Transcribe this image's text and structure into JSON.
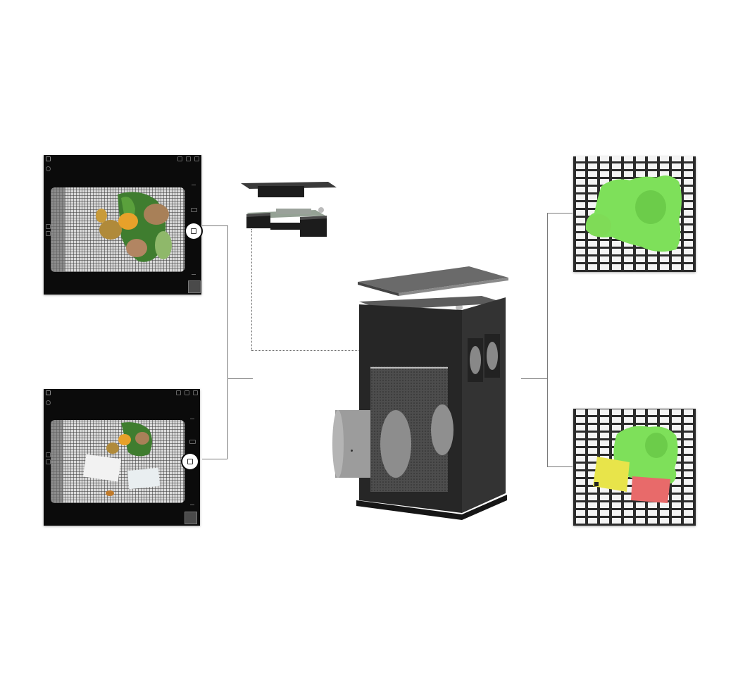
{
  "figure": {
    "panels": [
      "phone-capture-produce",
      "phone-capture-produce-with-packaging",
      "sensor-module-exploded",
      "enclosure-device",
      "segmentation-produce",
      "segmentation-produce-with-packaging"
    ],
    "colors": {
      "background": "#ffffff",
      "phone_bezel": "#0b0b0b",
      "connector_line": "#7a7a7a",
      "device_body": "#222222",
      "mask_produce": "#7ee05a",
      "mask_bag_yellow": "#e8e44a",
      "mask_bag_red": "#e86a6a"
    },
    "icons": [
      "camera-shutter-icon",
      "video-icon",
      "gallery-thumbnail-icon",
      "chevron-up-icon",
      "chevron-down-icon",
      "settings-icon"
    ]
  }
}
